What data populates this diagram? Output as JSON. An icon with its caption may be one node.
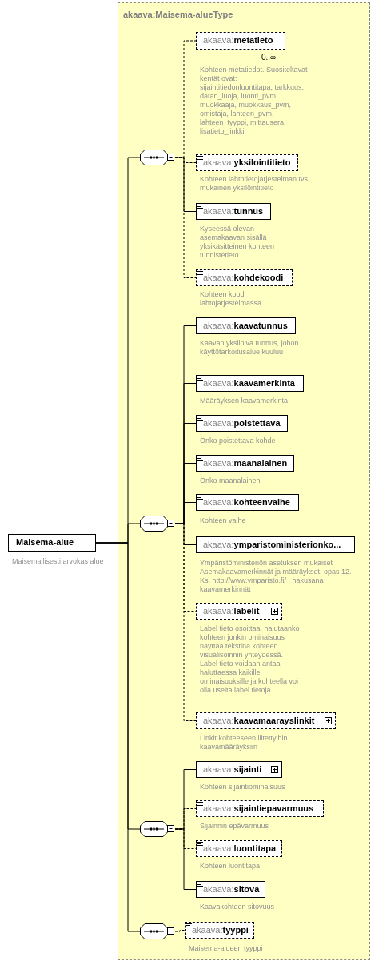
{
  "diagram": {
    "nodes": [
      {
        "text": [
          "Maisema-alue"
        ],
        "beside": [
          "Maisemallisesti arvokas alue"
        ]
      },
      {
        "text": [
          "akaava:Maisema-alueType"
        ]
      },
      {
        "text": [],
        "shape": "octagon",
        "in": 1
      },
      {
        "text": [
          "akaava:**metatieto**"
        ],
        "in": 1,
        "beside": [
          "0..∞",
          "Kohteen metatiedot. Suositeltavat kentät ovat: sijaintitiedonluontitapa, tarkkuus, datan_luoja, luonti_pvm, muokkaaja, muokkaus_pvm, omistaja, lahteen_pvm, lahteen_tyyppi, mittausera, lisatieto_linkki"
        ]
      },
      {
        "text": [
          "akaava:**yksilointitieto**"
        ],
        "in": 1,
        "beside": [
          "Kohteen lähtötietojärjestelmän tvs. mukainen yksilöintitieto"
        ]
      },
      {
        "text": [
          "akaava:**tunnus**"
        ],
        "in": 1,
        "beside": [
          "Kyseessä olevan asemakaavan sisällä yksikäsitteinen kohteen tunnistetieto."
        ]
      },
      {
        "text": [
          "akaava:**kohdekoodi**"
        ],
        "in": 1,
        "beside": [
          "Kohteen koodi lähtöjärjestelmässä"
        ]
      },
      {
        "text": [],
        "shape": "octagon",
        "in": 1
      },
      {
        "text": [
          "akaava:**kaavatunnus**"
        ],
        "in": 1,
        "beside": [
          "Kaavan yksilöivä tunnus, johon käyttötarkoitusalue kuuluu"
        ]
      },
      {
        "text": [
          "akaava:**kaavamerkinta**"
        ],
        "in": 1,
        "beside": [
          "Määräyksen kaavamerkinta"
        ]
      },
      {
        "text": [
          "akaava:**poistettava**"
        ],
        "in": 1,
        "beside": [
          "Onko poistettava kohde"
        ]
      },
      {
        "text": [
          "akaava:**maanalainen**"
        ],
        "in": 1,
        "beside": [
          "Onko maanalainen"
        ]
      },
      {
        "text": [
          "akaava:**kohteenvaihe**"
        ],
        "in": 1,
        "beside": [
          "Kohteen vaihe"
        ]
      },
      {
        "text": [
          "akaava:**ymparistoministerionko...**"
        ],
        "in": 1,
        "beside": [
          "Ympäristöministeriön asetuksen mukaiset Asemakaavamerkinnät ja määräykset, opas 12. Ks. http://www.ymparisto.fi/ , hakusana kaavamerkinnät"
        ]
      },
      {
        "text": [
          "akaava:**labelit**"
        ],
        "in": 1,
        "beside": [
          "Label tieto osoittaa, halutaanko kohteen jonkin ominaisuus näyttää tekstinä kohteen visualisoinnin yhteydessä. Label tieto voidaan antaa haluttaessa kaikille ominaisuuksille ja kohteella voi olla useita label tietoja."
        ]
      },
      {
        "text": [
          "akaava:**kaavamaarayslinkit**"
        ],
        "in": 1,
        "beside": [
          "Linkit kohteeseen liitettyihin kaavamääräyksiin"
        ]
      },
      {
        "text": [],
        "shape": "octagon",
        "in": 1
      },
      {
        "text": [
          "akaava:**sijainti**"
        ],
        "in": 1,
        "beside": [
          "Kohteen sijaintiominaisuus"
        ]
      },
      {
        "text": [
          "akaava:**sijaintiepavarmuus**"
        ],
        "in": 1,
        "beside": [
          "Sijainnin epävarmuus"
        ]
      },
      {
        "text": [
          "akaava:**luontitapa**"
        ],
        "in": 1,
        "beside": [
          "Kohteen luontitapa"
        ]
      },
      {
        "text": [
          "akaava:**sitova**"
        ],
        "in": 1,
        "beside": [
          "Kaavakohteen sitovuus"
        ]
      },
      {
        "text": [],
        "shape": "octagon",
        "in": 1
      },
      {
        "text": [
          "akaava:**tyyppi**"
        ],
        "in": 1,
        "beside": [
          "Maisema-alueen tyyppi"
        ]
      }
    ],
    "edges": [
      {
        "from": 0,
        "to": 2,
        "arrow": "none"
      },
      {
        "from": 0,
        "to": 7,
        "arrow": "none"
      },
      {
        "from": 0,
        "to": 16,
        "arrow": "none"
      },
      {
        "from": 0,
        "to": 21,
        "arrow": "none"
      },
      {
        "from": 2,
        "to": 3,
        "arrow": "none",
        "style": "dashed"
      },
      {
        "from": 2,
        "to": 4,
        "arrow": "none",
        "style": "dashed"
      },
      {
        "from": 2,
        "to": 5,
        "arrow": "none"
      },
      {
        "from": 2,
        "to": 6,
        "arrow": "none",
        "style": "dashed"
      },
      {
        "from": 7,
        "to": 8,
        "arrow": "none"
      },
      {
        "from": 7,
        "to": 9,
        "arrow": "none"
      },
      {
        "from": 7,
        "to": 10,
        "arrow": "none"
      },
      {
        "from": 7,
        "to": 11,
        "arrow": "none"
      },
      {
        "from": 7,
        "to": 12,
        "arrow": "none"
      },
      {
        "from": 7,
        "to": 13,
        "arrow": "none"
      },
      {
        "from": 7,
        "to": 14,
        "arrow": "none",
        "style": "dashed"
      },
      {
        "from": 7,
        "to": 15,
        "arrow": "none",
        "style": "dashed"
      },
      {
        "from": 16,
        "to": 17,
        "arrow": "none"
      },
      {
        "from": 16,
        "to": 18,
        "arrow": "none",
        "style": "dashed"
      },
      {
        "from": 16,
        "to": 19,
        "arrow": "none",
        "style": "dashed"
      },
      {
        "from": 16,
        "to": 20,
        "arrow": "none"
      },
      {
        "from": 21,
        "to": 22,
        "arrow": "none",
        "style": "dashed"
      }
    ]
  }
}
